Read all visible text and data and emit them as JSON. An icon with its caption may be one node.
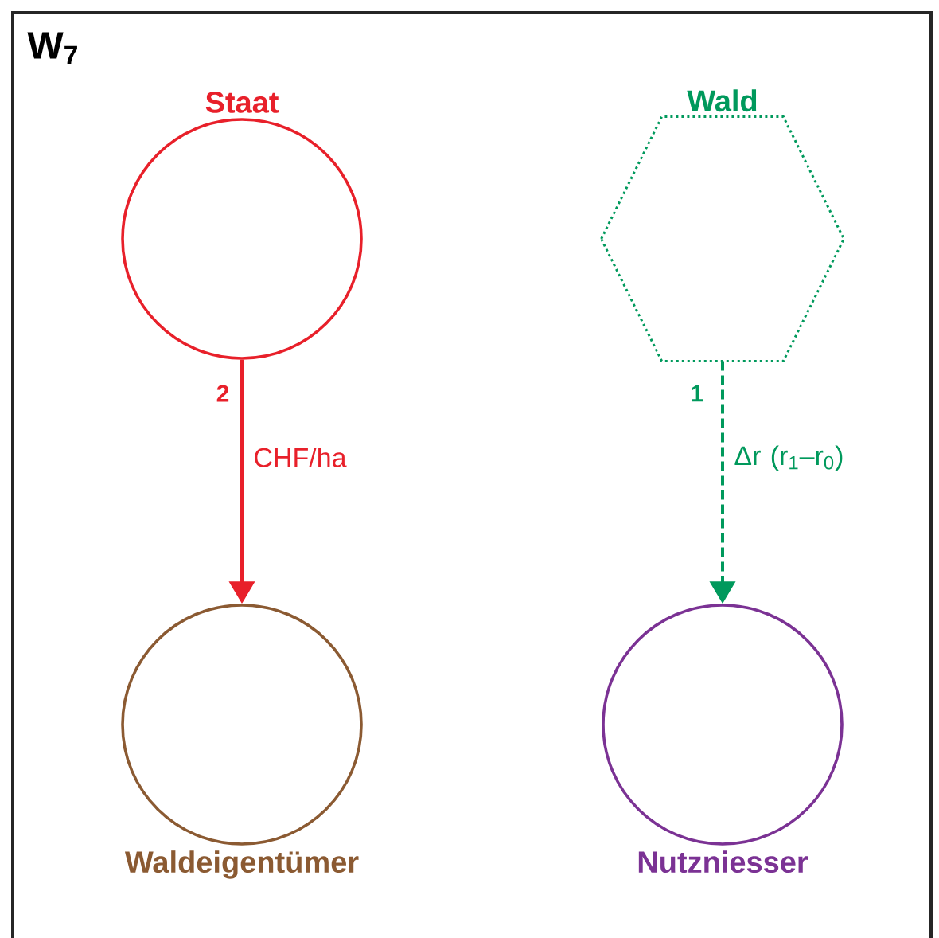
{
  "diagram": {
    "title": "W$_{7}$",
    "nodes": [
      {
        "text": [
          "Staat"
        ]
      },
      {
        "text": [
          "Wald"
        ]
      },
      {
        "text": [
          "Waldeigentümer"
        ]
      },
      {
        "text": [
          "Nutzniesser"
        ]
      }
    ],
    "edges": [
      {
        "from": 0,
        "to": 2,
        "arrow": "to",
        "label": "CHF/ha",
        "color": "#e8202a"
      },
      {
        "from": 1,
        "to": 3,
        "arrow": "to",
        "label": "Δr (r$_{1}$–r$_{0}$)",
        "style": "dashed",
        "color": "#00995c"
      }
    ],
    "labels": [
      "2",
      "1"
    ]
  }
}
